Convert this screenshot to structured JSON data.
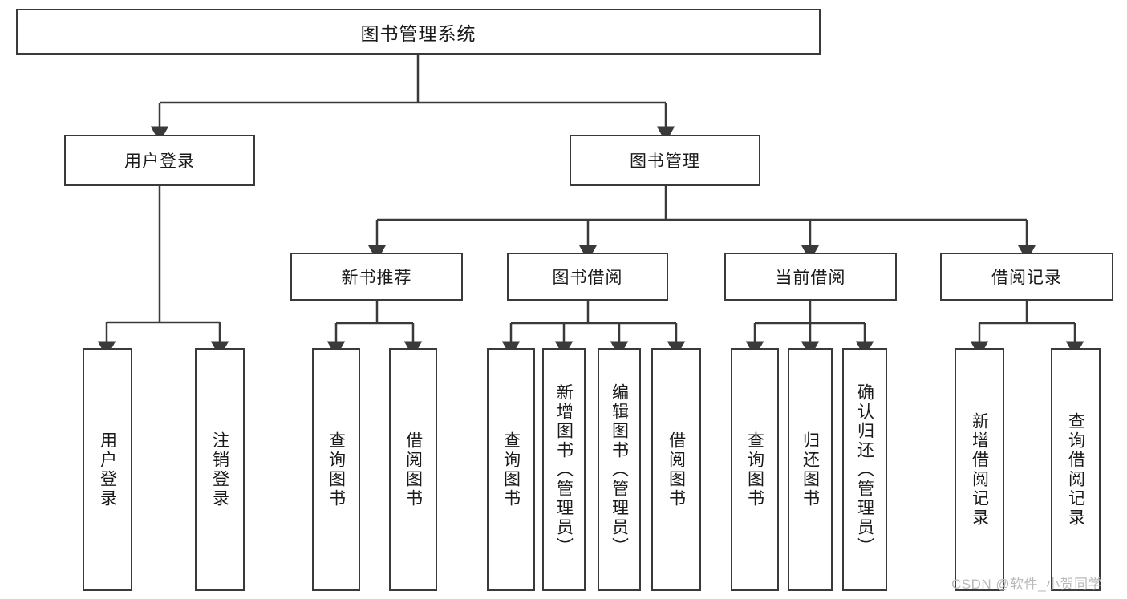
{
  "diagram": {
    "title": "图书管理系统",
    "type": "tree-hierarchy",
    "watermark": "CSDN @软件_小贺同学",
    "colors": {
      "stroke": "#3a3a3a",
      "fill": "#ffffff",
      "text": "#1a1a1a",
      "watermark": "#b9b9b9"
    },
    "root": {
      "label": "图书管理系统"
    },
    "level2": [
      {
        "label": "用户登录"
      },
      {
        "label": "图书管理"
      }
    ],
    "level3": [
      {
        "label": "新书推荐"
      },
      {
        "label": "图书借阅"
      },
      {
        "label": "当前借阅"
      },
      {
        "label": "借阅记录"
      }
    ],
    "leaves": [
      {
        "label": "用户登录",
        "parent": "用户登录"
      },
      {
        "label": "注销登录",
        "parent": "用户登录"
      },
      {
        "label": "查询图书",
        "parent": "新书推荐"
      },
      {
        "label": "借阅图书",
        "parent": "新书推荐"
      },
      {
        "label": "查询图书",
        "parent": "图书借阅"
      },
      {
        "label": "新增图书（管理员）",
        "parent": "图书借阅"
      },
      {
        "label": "编辑图书（管理员）",
        "parent": "图书借阅"
      },
      {
        "label": "借阅图书",
        "parent": "图书借阅"
      },
      {
        "label": "查询图书",
        "parent": "当前借阅"
      },
      {
        "label": "归还图书",
        "parent": "当前借阅"
      },
      {
        "label": "确认归还（管理员）",
        "parent": "当前借阅"
      },
      {
        "label": "新增借阅记录",
        "parent": "借阅记录"
      },
      {
        "label": "查询借阅记录",
        "parent": "借阅记录"
      }
    ]
  }
}
